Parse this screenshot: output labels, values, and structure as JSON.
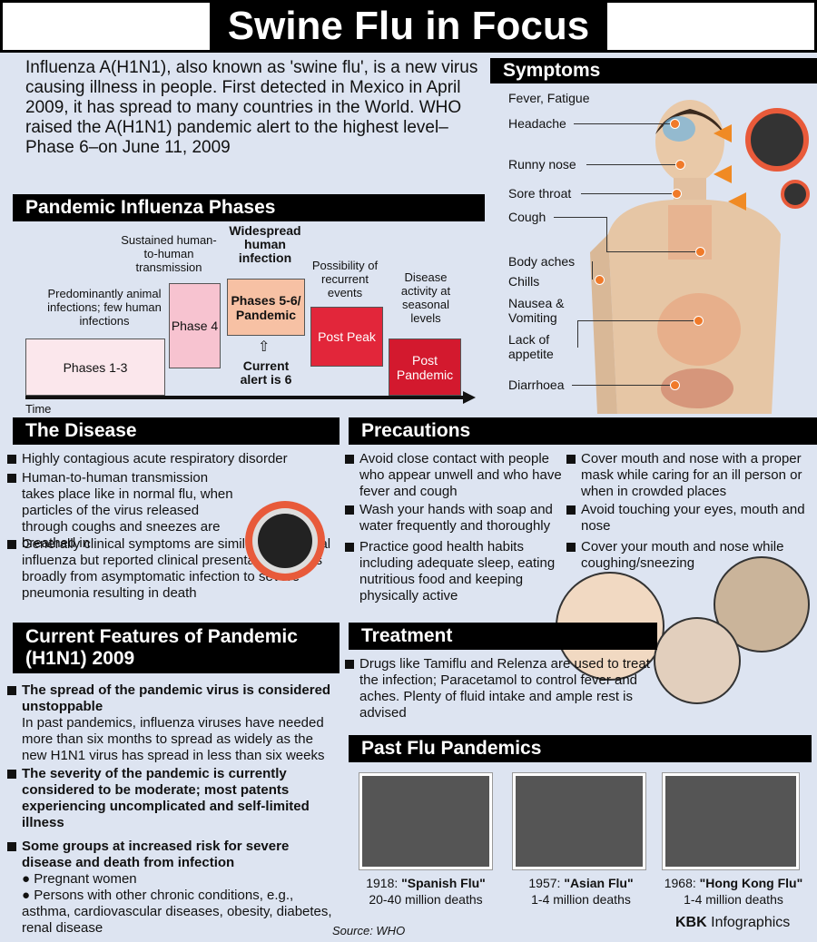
{
  "title": "Swine Flu in Focus",
  "intro": "Influenza A(H1N1), also known as 'swine flu', is a new virus causing illness in people. First detected in Mexico in April 2009, it has spread to many countries in the World. WHO raised the A(H1N1) pandemic alert to the highest level–Phase 6–on June 11, 2009",
  "phases": {
    "header": "Pandemic Influenza Phases",
    "time": "Time",
    "current": "Current alert is 6",
    "items": [
      {
        "box": "Phases 1-3",
        "label": "Predominantly animal infections; few human infections",
        "color": "#fbe7ec"
      },
      {
        "box": "Phase 4",
        "label": "Sustained human-to-human transmission",
        "color": "#f7c3d0"
      },
      {
        "box": "Phases 5-6/ Pandemic",
        "label": "Widespread human infection",
        "color": "#f7c1a4"
      },
      {
        "box": "Post Peak",
        "label": "Possibility of recurrent events",
        "color": "#e2263a"
      },
      {
        "box": "Post Pandemic",
        "label": "Disease activity at seasonal levels",
        "color": "#d3192e"
      }
    ]
  },
  "symptoms": {
    "header": "Symptoms",
    "items": [
      "Fever, Fatigue",
      "Headache",
      "Runny nose",
      "Sore throat",
      "Cough",
      "Body aches",
      "Chills",
      "Nausea & Vomiting",
      "Lack of appetite",
      "Diarrhoea"
    ]
  },
  "disease": {
    "header": "The Disease",
    "items": [
      "Highly contagious acute respiratory disorder",
      "Human-to-human transmission takes place like in normal flu, when particles of the virus released through coughs and sneezes are breathed in",
      "Generally clinical symptoms are similar to seasonal influenza but reported clinical presentation ranges broadly from asymptomatic infection to severe pneumonia resulting in death"
    ]
  },
  "precautions": {
    "header": "Precautions",
    "left": [
      "Avoid close contact with people who appear unwell and who have fever and cough",
      "Wash your hands with soap and water frequently and thoroughly",
      "Practice good health habits including adequate sleep, eating nutritious food and keeping physically active"
    ],
    "right": [
      "Cover mouth and nose with a proper mask while caring for an ill person or when in crowded places",
      "Avoid touching your eyes, mouth and nose",
      "Cover your mouth and nose while coughing/sneezing"
    ]
  },
  "features": {
    "header": "Current Features of Pandemic (H1N1) 2009",
    "f1_bold": "The spread of the pandemic virus is considered unstoppable",
    "f1_text": "In past pandemics, influenza viruses have needed more than six months to spread as widely as the new H1N1 virus has spread in less than six weeks",
    "f2_bold": "The severity of the pandemic is currently considered to be moderate; most patents experiencing uncomplicated and self-limited illness",
    "f3_bold": "Some groups at increased risk for severe disease and death from infection",
    "sub": [
      "Pregnant women",
      "Persons with other chronic conditions, e.g., asthma, cardiovascular diseases, obesity, diabetes, renal disease"
    ]
  },
  "treatment": {
    "header": "Treatment",
    "text": "Drugs like Tamiflu and Relenza are used to treat the infection; Paracetamol to control fever and aches. Plenty of fluid intake and ample rest is advised"
  },
  "past": {
    "header": "Past Flu Pandemics",
    "items": [
      {
        "year": "1918: ",
        "name": "\"Spanish Flu\"",
        "deaths": "20-40 million deaths"
      },
      {
        "year": "1957: ",
        "name": "\"Asian Flu\"",
        "deaths": "1-4 million deaths"
      },
      {
        "year": "1968: ",
        "name": "\"Hong Kong Flu\"",
        "deaths": "1-4 million deaths"
      }
    ]
  },
  "source": "Source: WHO",
  "credit_bold": "KBK",
  "credit": " Infographics"
}
